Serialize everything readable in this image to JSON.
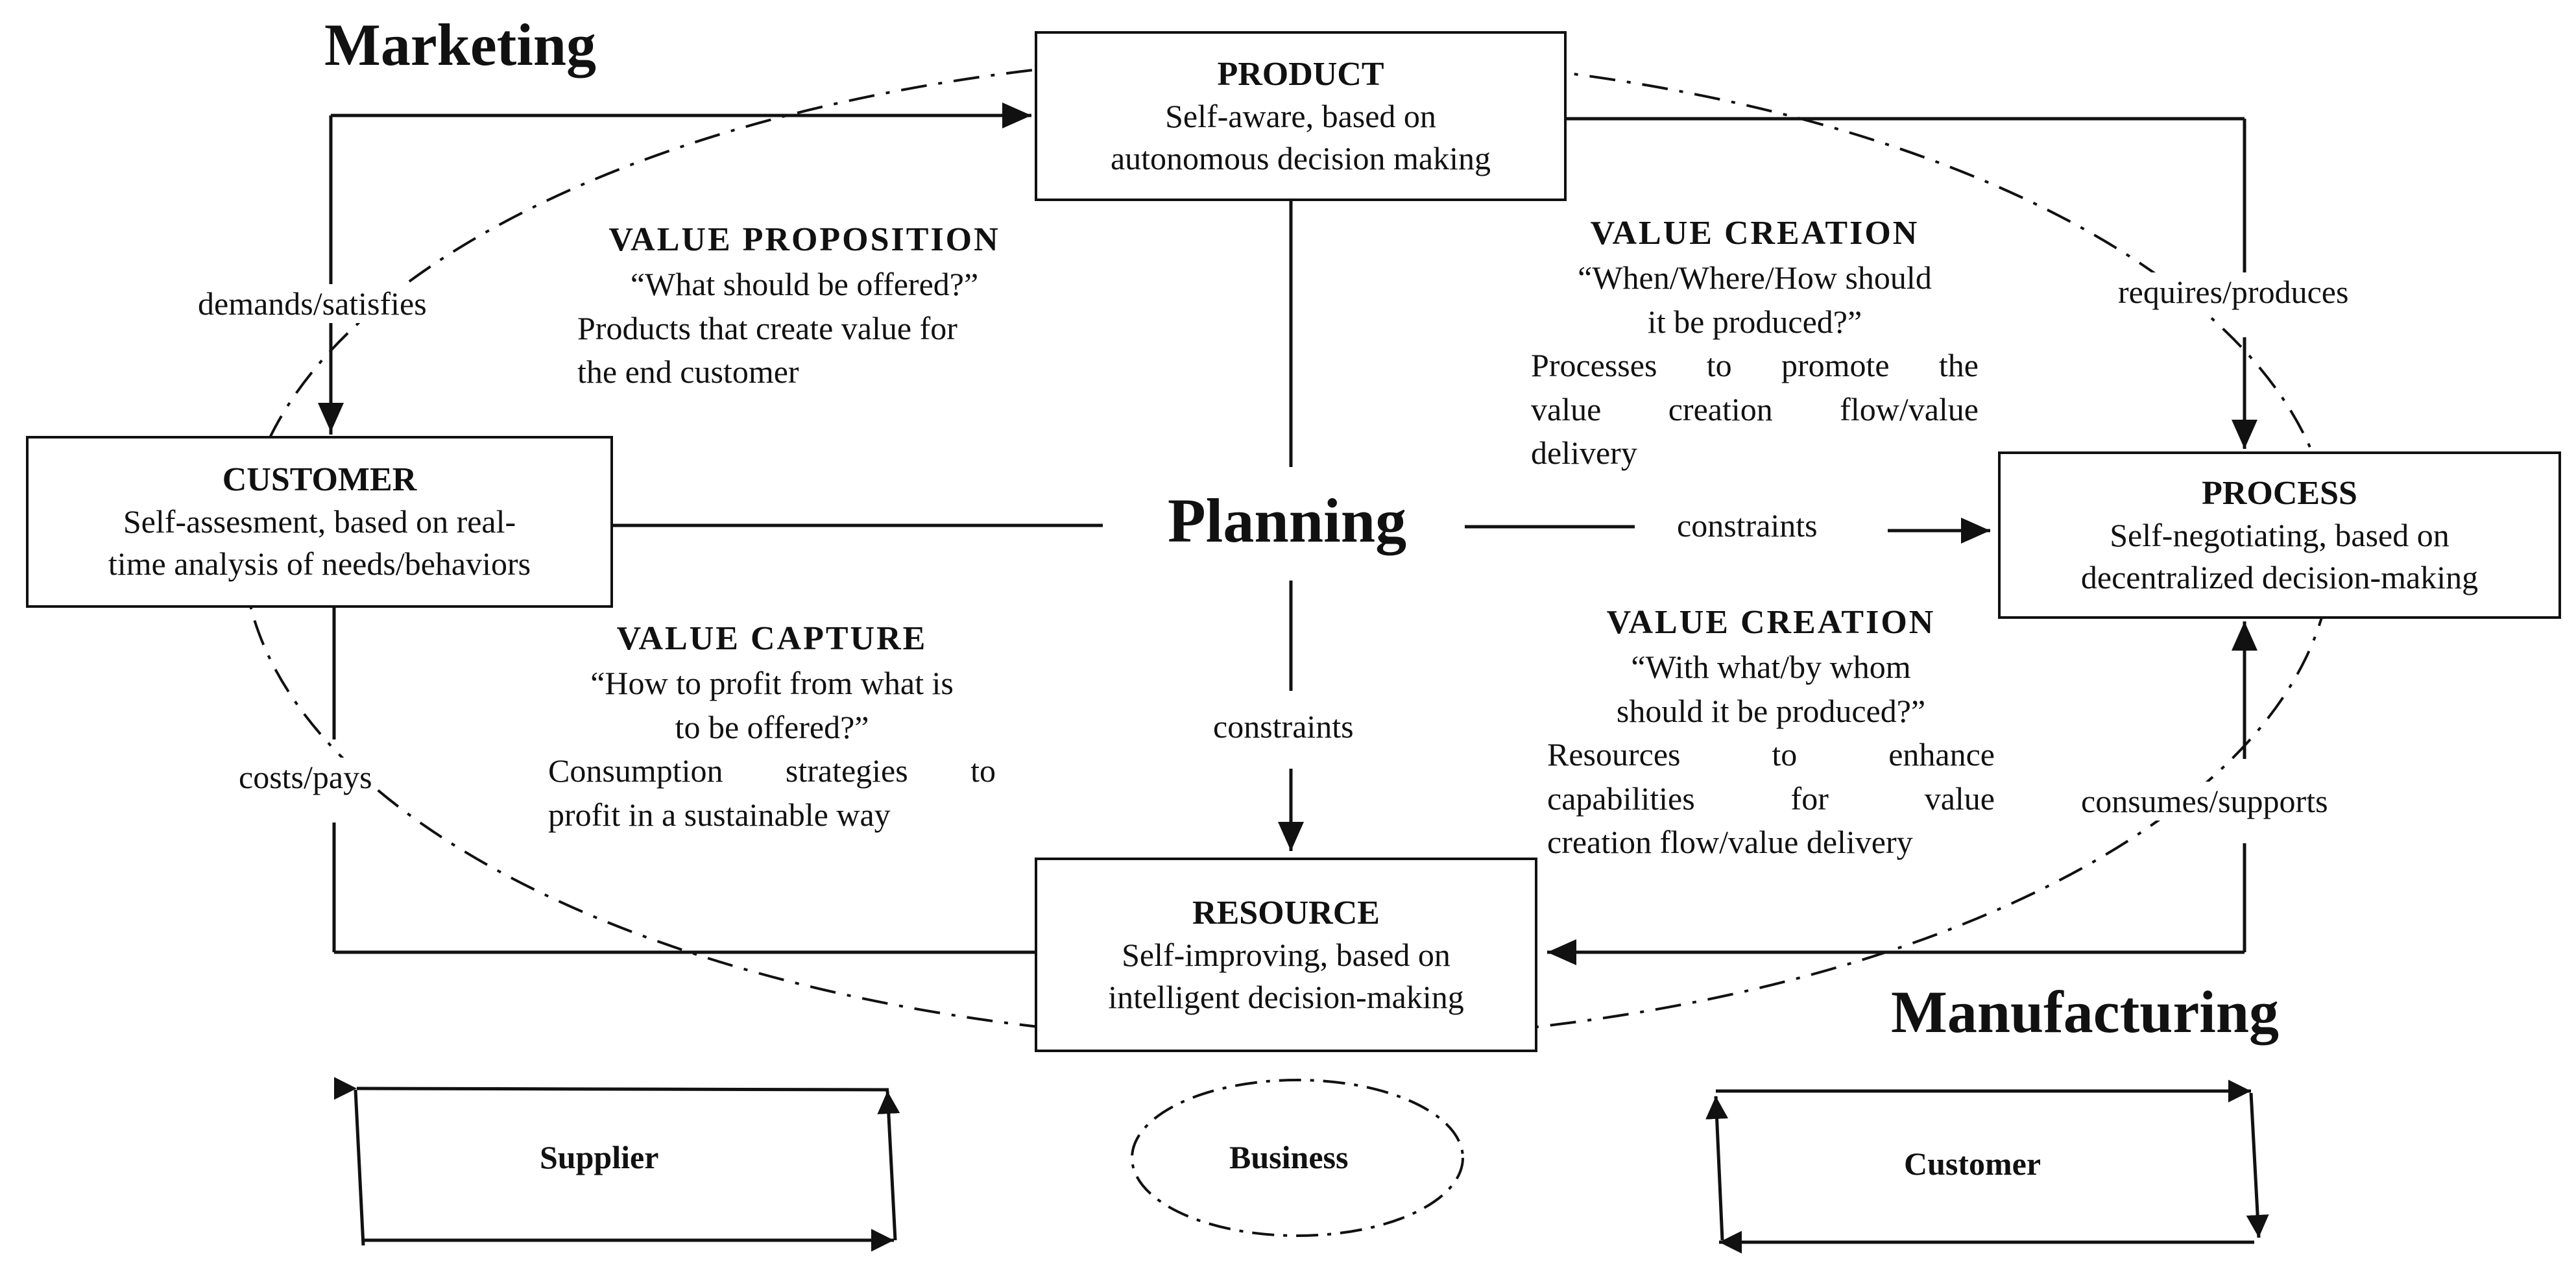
{
  "regions": {
    "marketing": "Marketing",
    "manufacturing": "Manufacturing",
    "planning": "Planning"
  },
  "nodes": {
    "product": {
      "title": "PRODUCT",
      "lines": [
        "Self-aware, based on",
        "autonomous decision making"
      ]
    },
    "customer": {
      "title": "CUSTOMER",
      "lines": [
        "Self-assesment, based on real-",
        "time analysis of needs/behaviors"
      ]
    },
    "process": {
      "title": "PROCESS",
      "lines": [
        "Self-negotiating, based on",
        "decentralized decision-making"
      ]
    },
    "resource": {
      "title": "RESOURCE",
      "lines": [
        "Self-improving, based on",
        "intelligent decision-making"
      ]
    }
  },
  "edges": {
    "demands_satisfies": "demands/satisfies",
    "requires_produces": "requires/produces",
    "costs_pays": "costs/pays",
    "consumes_supports": "consumes/supports",
    "constraints_right": "constraints",
    "constraints_down": "constraints"
  },
  "value_blocks": {
    "proposition": {
      "heading": "VALUE PROPOSITION",
      "question": "“What should be offered?”",
      "lines": [
        "Products that create value for",
        "the end customer"
      ]
    },
    "creation_top": {
      "heading": "VALUE CREATION",
      "question": [
        "“When/Where/How should",
        "it be produced?”"
      ],
      "lines": [
        "Processes to promote the",
        "value creation flow/value",
        "delivery"
      ]
    },
    "capture": {
      "heading": "VALUE CAPTURE",
      "question": [
        "“How to profit from what is",
        "to be offered?”"
      ],
      "lines": [
        "Consumption strategies to",
        "profit in a sustainable way"
      ]
    },
    "creation_bottom": {
      "heading": "VALUE CREATION",
      "question": [
        "“With what/by whom",
        "should it be produced?”"
      ],
      "lines": [
        "Resources to enhance",
        "capabilities for value",
        "creation flow/value delivery"
      ]
    }
  },
  "legend": {
    "supplier": "Supplier",
    "business": "Business",
    "customer": "Customer"
  }
}
